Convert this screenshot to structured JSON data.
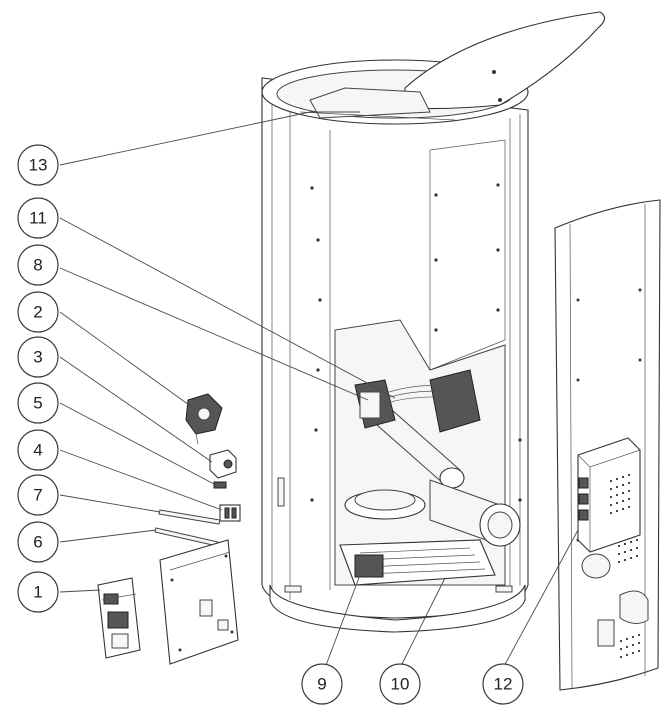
{
  "diagram": {
    "callouts": [
      {
        "id": "c13",
        "label": "13"
      },
      {
        "id": "c11",
        "label": "11"
      },
      {
        "id": "c8",
        "label": "8"
      },
      {
        "id": "c2",
        "label": "2"
      },
      {
        "id": "c3",
        "label": "3"
      },
      {
        "id": "c5",
        "label": "5"
      },
      {
        "id": "c4",
        "label": "4"
      },
      {
        "id": "c7",
        "label": "7"
      },
      {
        "id": "c6",
        "label": "6"
      },
      {
        "id": "c1",
        "label": "1"
      },
      {
        "id": "c9",
        "label": "9"
      },
      {
        "id": "c10",
        "label": "10"
      },
      {
        "id": "c12",
        "label": "12"
      }
    ]
  }
}
